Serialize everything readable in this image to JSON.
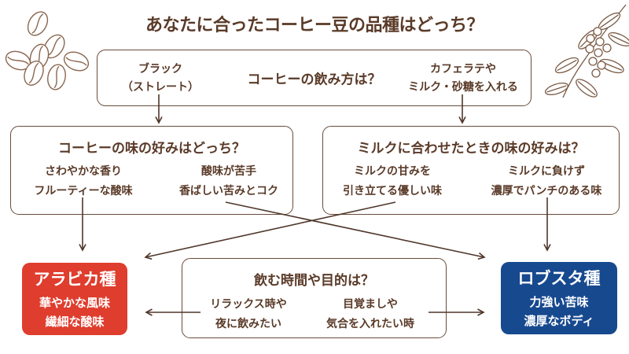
{
  "title": "あなたに合ったコーヒー豆の品種はどっち？",
  "colors": {
    "text_brown": "#5a3a28",
    "border_brown": "#6a4c3a",
    "arrow_brown": "#4f372a",
    "sketch_brown": "#8a6750",
    "arabica_red": "#df3d2e",
    "robusta_blue": "#17498f"
  },
  "decorations": {
    "top_left": "coffee-beans-sketch",
    "top_right": "coffee-branch-sketch"
  },
  "flow": {
    "q1": {
      "question": "コーヒーの飲み方は？",
      "left": [
        "ブラック",
        "（ストレート）"
      ],
      "right": [
        "カフェラテや",
        "ミルク・砂糖を入れる"
      ]
    },
    "q2": {
      "question": "コーヒーの味の好みはどっち？",
      "left": [
        "さわやかな香り",
        "フルーティーな酸味"
      ],
      "right": [
        "酸味が苦手",
        "香ばしい苦みとコク"
      ]
    },
    "q3": {
      "question": "ミルクに合わせたときの味の好みは？",
      "left": [
        "ミルクの甘みを",
        "引き立てる優しい味"
      ],
      "right": [
        "ミルクに負けず",
        "濃厚でパンチのある味"
      ]
    },
    "q4": {
      "question": "飲む時間や目的は？",
      "left": [
        "リラックス時や",
        "夜に飲みたい"
      ],
      "right": [
        "目覚ましや",
        "気合を入れたい時"
      ]
    },
    "arabica": {
      "name": "アラビカ種",
      "traits": [
        "華やかな風味",
        "繊細な酸味"
      ]
    },
    "robusta": {
      "name": "ロブスタ種",
      "traits": [
        "力強い苦味",
        "濃厚なボディ"
      ]
    }
  }
}
